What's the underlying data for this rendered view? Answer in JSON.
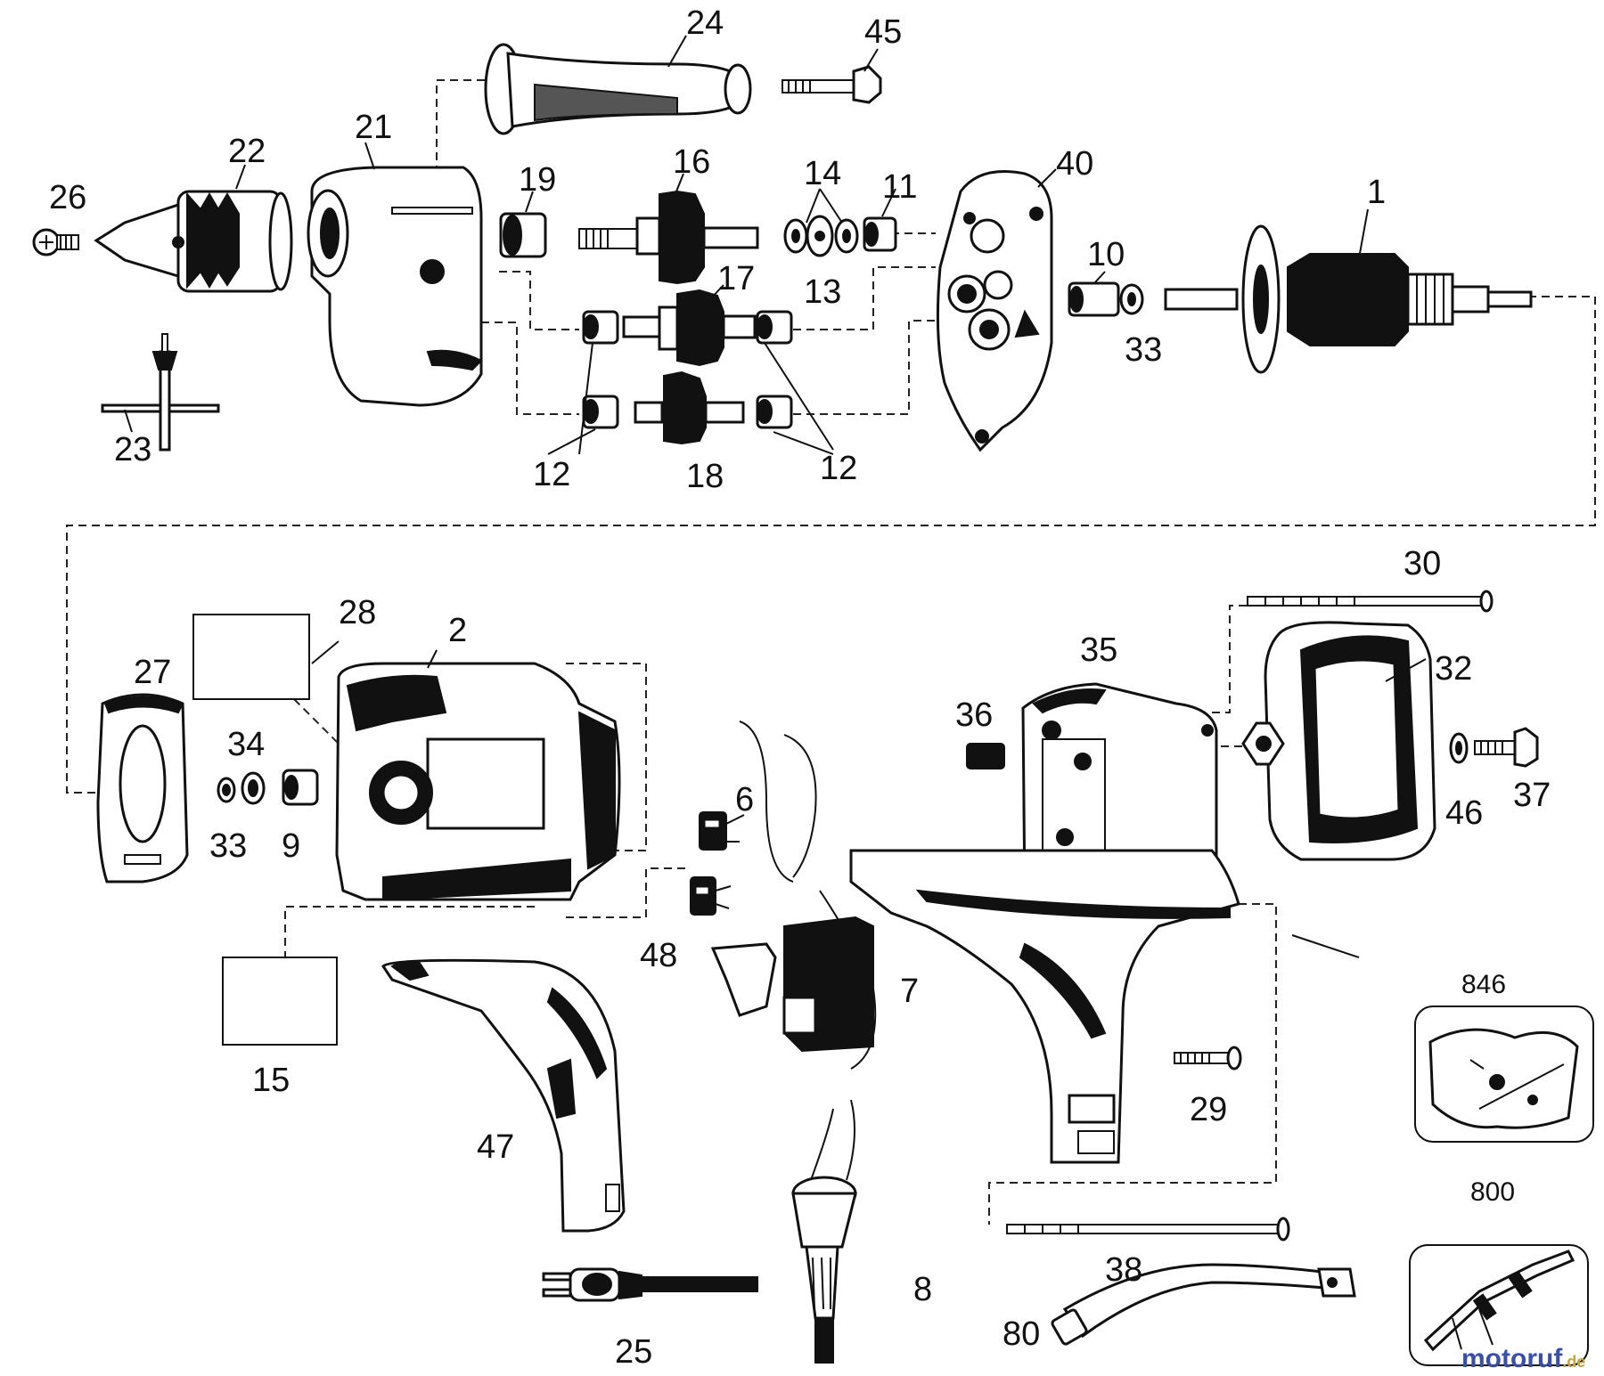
{
  "labels": {
    "p1": "1",
    "p2": "2",
    "p6": "6",
    "p7": "7",
    "p8": "8",
    "p9": "9",
    "p10": "10",
    "p11": "11",
    "p12a": "12",
    "p12b": "12",
    "p13": "13",
    "p14": "14",
    "p15": "15",
    "p16": "16",
    "p17": "17",
    "p18": "18",
    "p19": "19",
    "p21": "21",
    "p22": "22",
    "p23": "23",
    "p24": "24",
    "p25": "25",
    "p26": "26",
    "p27": "27",
    "p28": "28",
    "p29": "29",
    "p30": "30",
    "p32": "32",
    "p33a": "33",
    "p33b": "33",
    "p34": "34",
    "p35": "35",
    "p36": "36",
    "p37": "37",
    "p38": "38",
    "p40": "40",
    "p45": "45",
    "p46": "46",
    "p47": "47",
    "p48": "48",
    "p80": "80",
    "p800": "800",
    "p846": "846"
  },
  "watermark": {
    "main": "motoruf",
    "suffix": ".de"
  },
  "colors": {
    "ink": "#111111",
    "watermark_blue": "#3c4fa8",
    "watermark_gold": "#c8a23a"
  }
}
